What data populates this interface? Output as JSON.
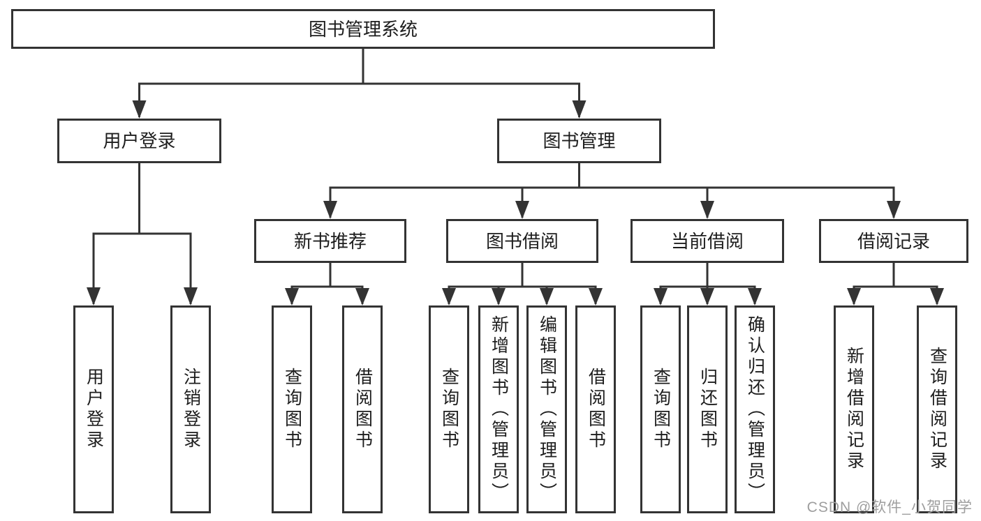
{
  "page": {
    "background": "#ffffff",
    "line_color": "#333333",
    "text_color": "#1d1d1d",
    "watermark_color": "#9e9e9e"
  },
  "watermark": {
    "text": "CSDN @软件_小贺同学"
  },
  "tree": {
    "type": "hierarchy-diagram",
    "root": {
      "label": "图书管理系统"
    },
    "level2": [
      {
        "label": "用户登录"
      },
      {
        "label": "图书管理"
      }
    ],
    "level3": [
      {
        "label": "新书推荐"
      },
      {
        "label": "图书借阅"
      },
      {
        "label": "当前借阅"
      },
      {
        "label": "借阅记录"
      }
    ],
    "leaves": {
      "user": [
        {
          "label": "用户登录"
        },
        {
          "label": "注销登录"
        }
      ],
      "recommend": [
        {
          "label": "查询图书"
        },
        {
          "label": "借阅图书"
        }
      ],
      "borrow": [
        {
          "label": "查询图书"
        },
        {
          "label": "新增图书（管理员）"
        },
        {
          "label": "编辑图书（管理员）"
        },
        {
          "label": "借阅图书"
        }
      ],
      "current": [
        {
          "label": "查询图书"
        },
        {
          "label": "归还图书"
        },
        {
          "label": "确认归还（管理员）"
        }
      ],
      "records": [
        {
          "label": "新增借阅记录"
        },
        {
          "label": "查询借阅记录"
        }
      ]
    }
  }
}
